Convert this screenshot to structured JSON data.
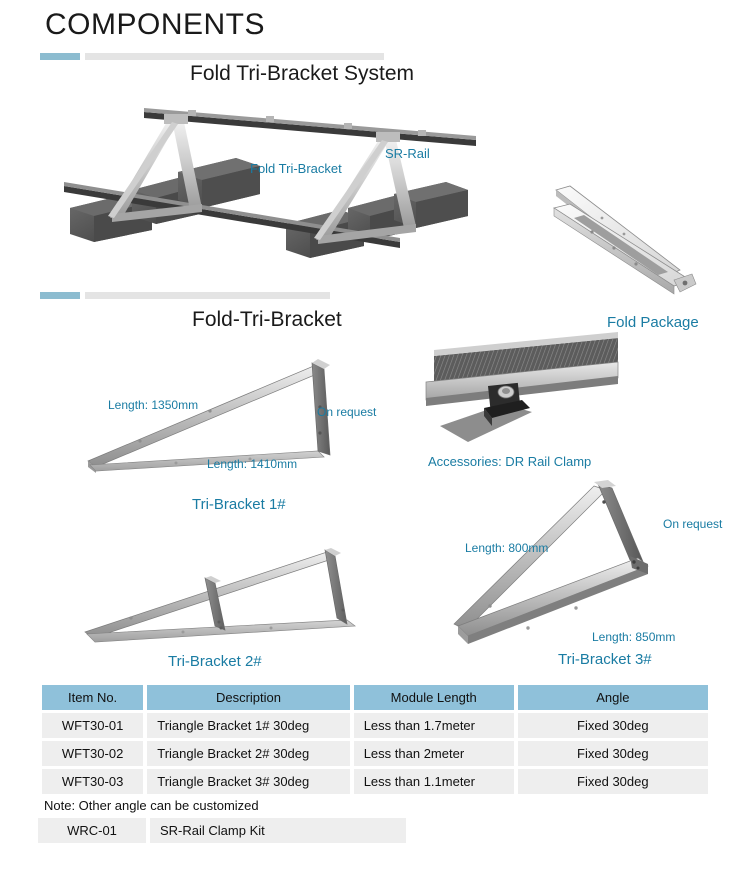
{
  "page": {
    "title": "COMPONENTS"
  },
  "sections": [
    {
      "heading": "Fold Tri-Bracket System",
      "labels": {
        "fold_tri_bracket": "Fold Tri-Bracket",
        "sr_rail": "SR-Rail",
        "fold_package": "Fold Package"
      }
    },
    {
      "heading": "Fold-Tri-Bracket",
      "labels": {
        "accessories": "Accessories: DR Rail Clamp"
      }
    }
  ],
  "brackets": [
    {
      "caption": "Tri-Bracket 1#",
      "length_top": "Length: 1350mm",
      "length_bottom": "Length: 1410mm",
      "height_note": "On request"
    },
    {
      "caption": "Tri-Bracket 2#"
    },
    {
      "caption": "Tri-Bracket 3#",
      "length_top": "Length: 800mm",
      "length_bottom": "Length: 850mm",
      "height_note": "On request"
    }
  ],
  "spec_table": {
    "headers": [
      "Item No.",
      "Description",
      "Module Length",
      "Angle"
    ],
    "rows": [
      {
        "item_no": "WFT30-01",
        "description": "Triangle Bracket 1# 30deg",
        "module_length": "Less than 1.7meter",
        "angle": "Fixed 30deg"
      },
      {
        "item_no": "WFT30-02",
        "description": "Triangle Bracket 2# 30deg",
        "module_length": "Less than 2meter",
        "angle": "Fixed 30deg"
      },
      {
        "item_no": "WFT30-03",
        "description": "Triangle Bracket 3# 30deg",
        "module_length": "Less than 1.1meter",
        "angle": "Fixed 30deg"
      }
    ],
    "note": "Note: Other angle can be customized",
    "extra_row": {
      "item_no": "WRC-01",
      "description": "SR-Rail Clamp Kit"
    }
  },
  "colors": {
    "accent_teal": "#1a7ca3",
    "divider_accent": "#8cbcd0",
    "divider_rest": "#e4e4e4",
    "table_header": "#8fc1da",
    "table_cell": "#eeeeee"
  }
}
